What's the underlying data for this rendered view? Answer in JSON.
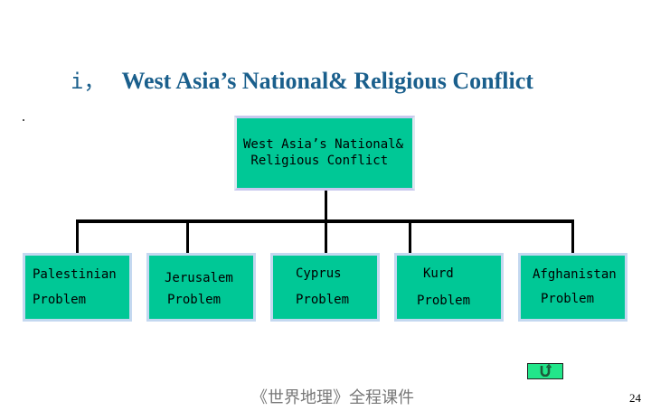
{
  "slide": {
    "number_prefix": "i，",
    "title": "West Asia’s National& Religious Conflict",
    "footer": "《世界地理》全程课件",
    "page_number": "24"
  },
  "diagram": {
    "root": {
      "line1": "West Asia’s National&",
      "line2": " Religious Conflict"
    },
    "children": [
      {
        "line1": "Palestinian",
        "line2": "Problem"
      },
      {
        "line1": "Jerusalem",
        "line2": "Problem"
      },
      {
        "line1": "Cyprus",
        "line2": "Problem"
      },
      {
        "line1": "Kurd",
        "line2": "Problem"
      },
      {
        "line1": "Afghanistan",
        "line2": "Problem"
      }
    ]
  },
  "controls": {
    "return_button_icon": "u-turn-icon"
  },
  "colors": {
    "box_fill": "#00c896",
    "box_border": "#c4d8f0",
    "title": "#1a5f8c",
    "return_button": "#22e68a"
  }
}
